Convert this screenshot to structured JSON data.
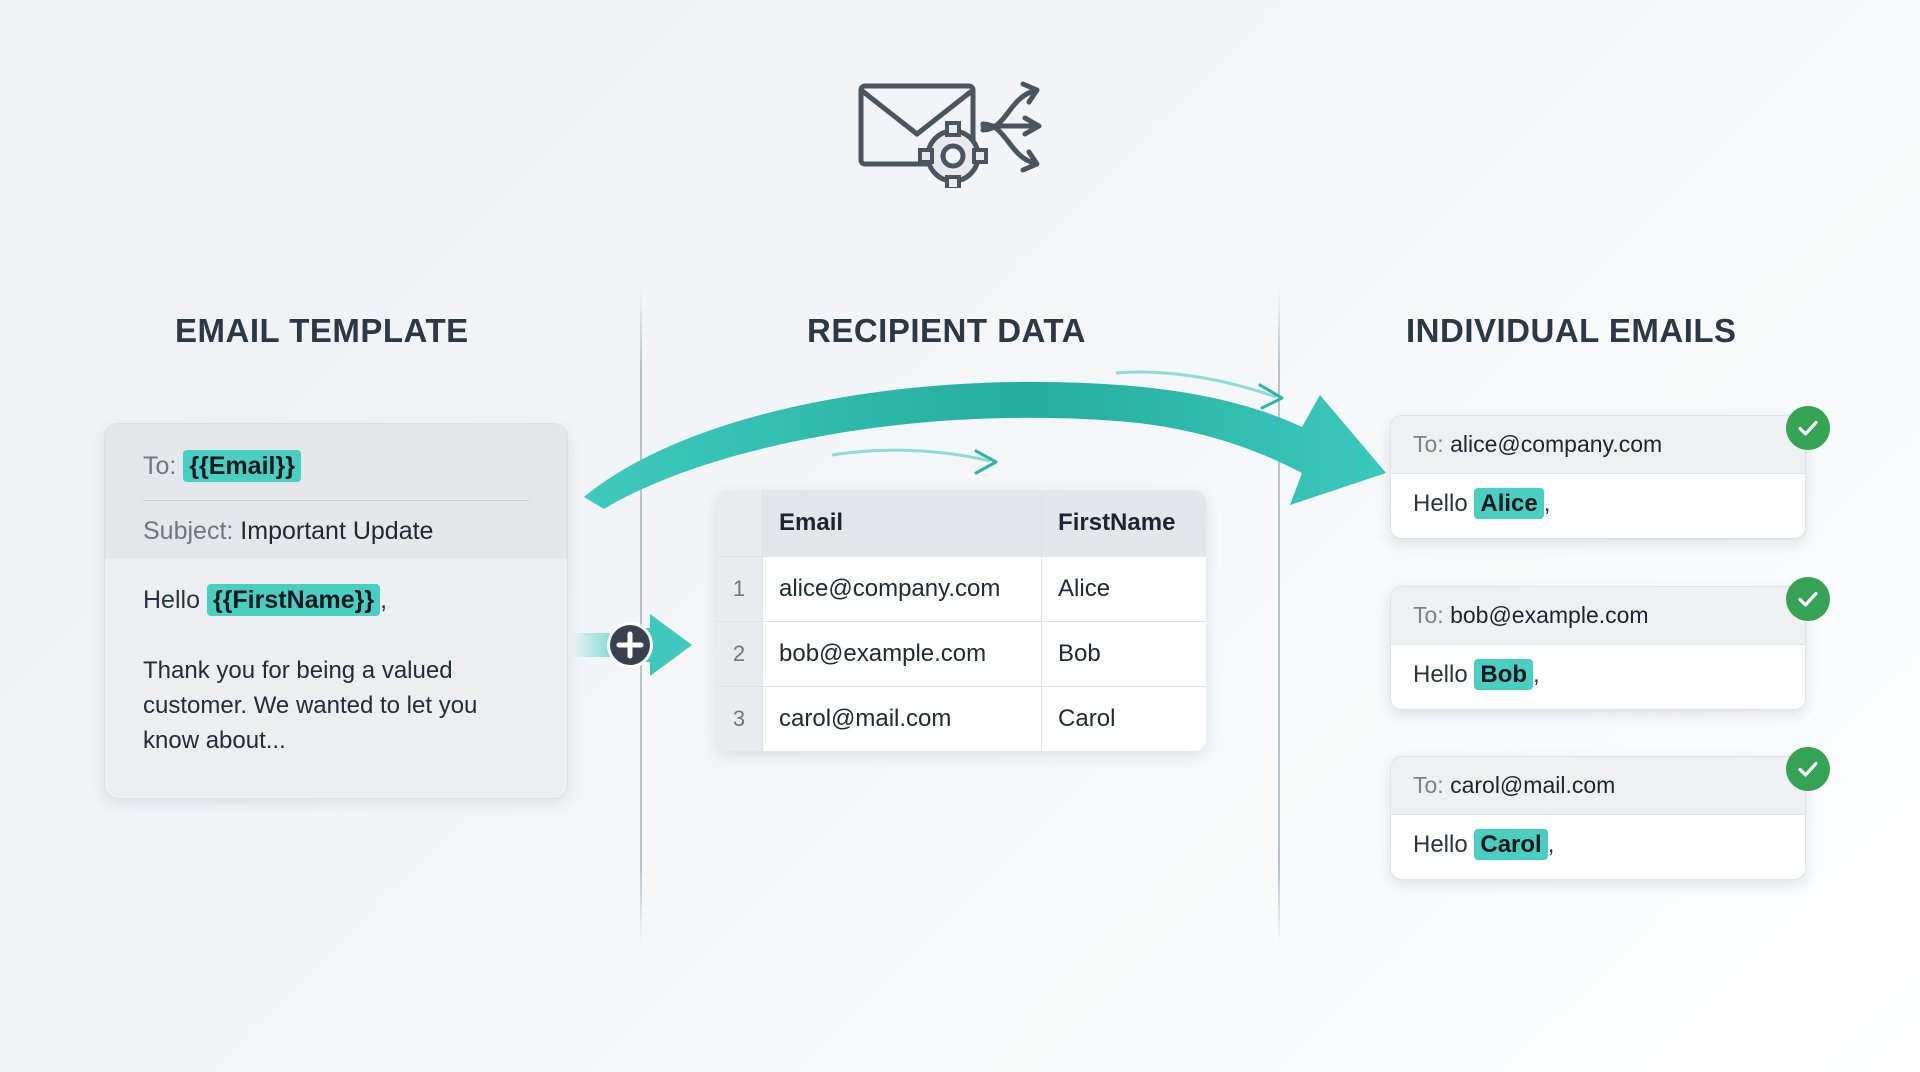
{
  "header": {
    "icon": "envelope-gear-arrows-icon"
  },
  "columns": [
    {
      "id": "template",
      "heading": "EMAIL TEMPLATE"
    },
    {
      "id": "recipients",
      "heading": "RECIPIENT DATA"
    },
    {
      "id": "emails",
      "heading": "INDIVIDUAL EMAILS"
    }
  ],
  "template_card": {
    "to_label": "To:",
    "to_token": "{{Email}}",
    "subject_label": "Subject:",
    "subject_value": "Important Update",
    "greeting_prefix": "Hello",
    "greeting_token": "{{FirstName}}",
    "greeting_suffix": ",",
    "body_text": "Thank you for being a valued customer. We wanted to let you know about..."
  },
  "connector": {
    "icon": "plus-icon",
    "arrow": "arrow-right-icon"
  },
  "recipient_table": {
    "columns": [
      "",
      "Email",
      "FirstName"
    ],
    "rows": [
      {
        "index": "1",
        "email": "alice@company.com",
        "first_name": "Alice"
      },
      {
        "index": "2",
        "email": "bob@example.com",
        "first_name": "Bob"
      },
      {
        "index": "3",
        "email": "carol@mail.com",
        "first_name": "Carol"
      }
    ]
  },
  "individual_emails": [
    {
      "to_label": "To:",
      "address": "alice@company.com",
      "greeting_prefix": "Hello",
      "name": "Alice",
      "greeting_suffix": ",",
      "status_icon": "check-icon"
    },
    {
      "to_label": "To:",
      "address": "bob@example.com",
      "greeting_prefix": "Hello",
      "name": "Bob",
      "greeting_suffix": ",",
      "status_icon": "check-icon"
    },
    {
      "to_label": "To:",
      "address": "carol@mail.com",
      "greeting_prefix": "Hello",
      "name": "Carol",
      "greeting_suffix": ",",
      "status_icon": "check-icon"
    }
  ],
  "colors": {
    "accent_teal": "#49cfc2",
    "arrow_teal": "#2fb3a8",
    "success_green": "#34a353",
    "heading_dark": "#2c3845",
    "background": "#f2f4f7"
  }
}
